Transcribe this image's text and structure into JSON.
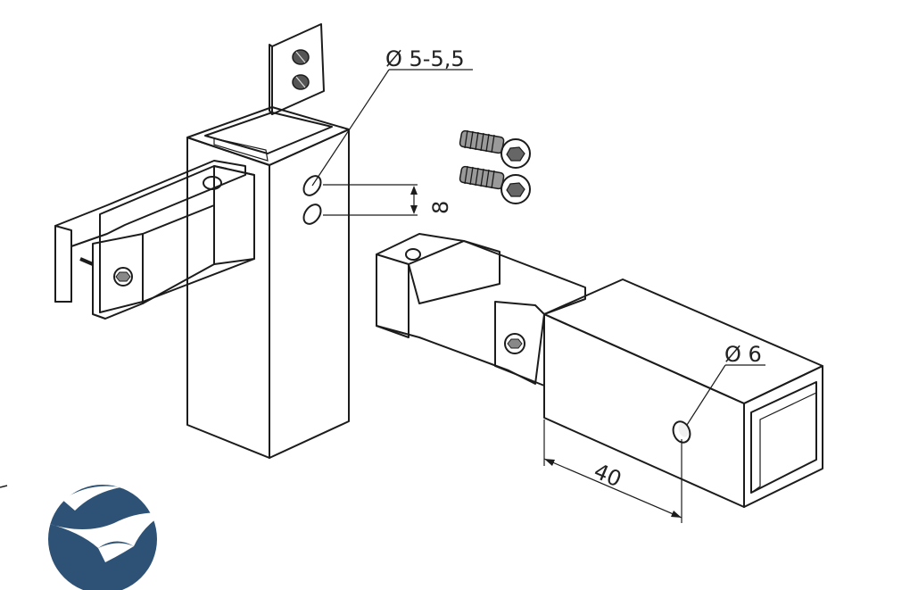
{
  "dimensions": {
    "hole_top": "Ø 5-5,5",
    "hole_spacing": "8",
    "hole_tube": "Ø 6",
    "length": "40"
  },
  "colors": {
    "line": "#1c1c1c",
    "face_light": "#f2f2f2",
    "face_mid": "#e2e2e2",
    "face_dark": "#cfcfcf",
    "logo": "#2e5275"
  },
  "icons": {
    "logo": "bird-wave-logo-icon",
    "screw": "hex-socket-screw-icon"
  }
}
